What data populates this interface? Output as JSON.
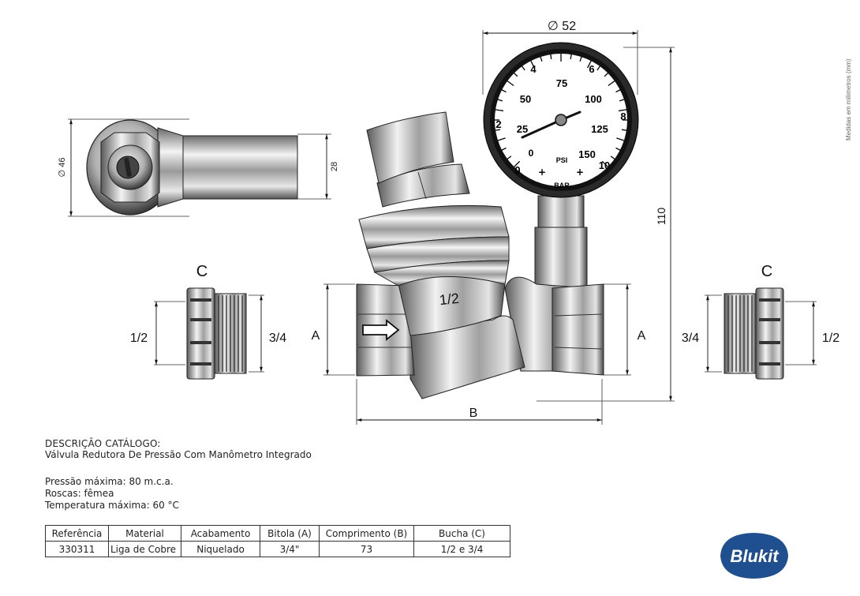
{
  "drawing": {
    "top_view": {
      "diameter": "∅ 46",
      "height": "28"
    },
    "left_bushing": {
      "label": "C",
      "left_dim": "1/2",
      "right_dim": "3/4"
    },
    "right_bushing": {
      "label": "C",
      "left_dim": "3/4",
      "right_dim": "1/2"
    },
    "valve": {
      "body_text": "1/2",
      "port_label_left": "A",
      "port_label_right": "A",
      "length_label": "B",
      "height_dim": "110",
      "gauge_diameter": "∅ 52"
    },
    "gauge": {
      "psi_numbers": [
        "0",
        "25",
        "50",
        "75",
        "100",
        "125",
        "150"
      ],
      "bar_numbers": [
        "0",
        "2",
        "4",
        "6",
        "8",
        "10"
      ],
      "psi_label": "PSI",
      "bar_label": "BAR"
    },
    "side_note": "Medidas em milímetros (mm)"
  },
  "description": {
    "heading": "DESCRIÇÃO CATÁLOGO:",
    "text": "Válvula Redutora De Pressão Com Manômetro Integrado"
  },
  "specs": {
    "max_pressure": "Pressão máxima: 80 m.c.a.",
    "threads": "Roscas: fêmea",
    "max_temp": "Temperatura máxima: 60 °C"
  },
  "table": {
    "headers": [
      "Referência",
      "Material",
      "Acabamento",
      "Bitola (A)",
      "Comprimento (B)",
      "Bucha (C)"
    ],
    "rows": [
      [
        "330311",
        "Liga de Cobre",
        "Niquelado",
        "3/4\"",
        "73",
        "1/2 e 3/4"
      ]
    ]
  },
  "brand": {
    "name": "Blukit",
    "color": "#1f4f8f"
  }
}
